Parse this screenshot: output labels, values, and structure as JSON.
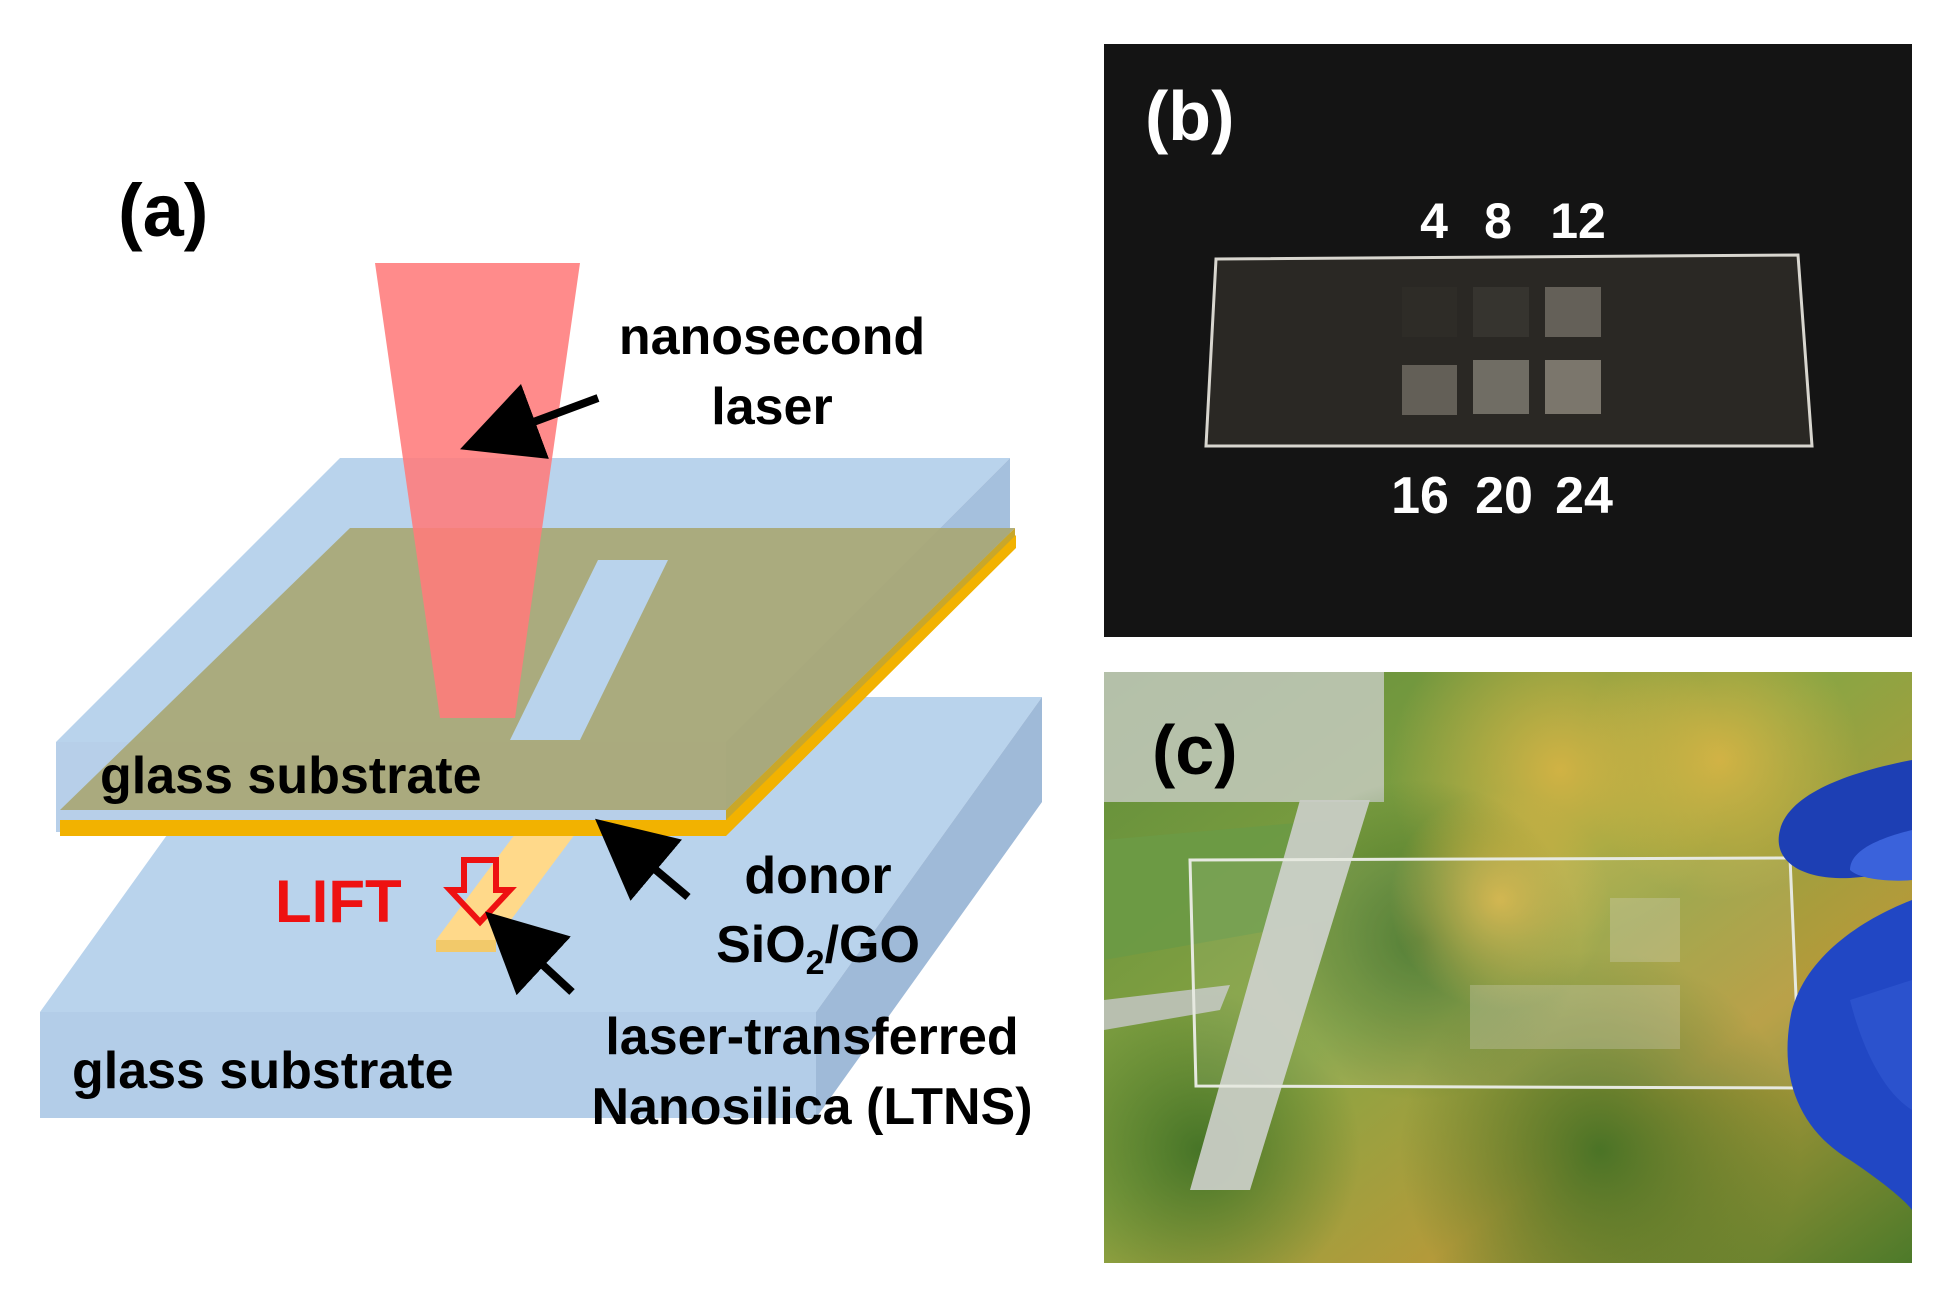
{
  "panel_a": {
    "label": "(a)",
    "laser_label_line1": "nanosecond",
    "laser_label_line2": "laser",
    "top_substrate_label": "glass substrate",
    "bottom_substrate_label": "glass substrate",
    "lift_label": "LIFT",
    "donor_line1": "donor",
    "donor_formula_main": "SiO",
    "donor_formula_sub": "2",
    "donor_formula_tail": "/GO",
    "ltns_line1": "laser-transferred",
    "ltns_line2": "Nanosilica (LTNS)"
  },
  "panel_b": {
    "label": "(b)",
    "top_numbers": [
      "4",
      "8",
      "12"
    ],
    "bottom_numbers": [
      "16",
      "20",
      "24"
    ]
  },
  "panel_c": {
    "label": "(c)"
  },
  "colors": {
    "glass": "#b9d3ec",
    "glass_side": "#9fbad8",
    "donor_film": "#a8a774",
    "donor_edge": "#f2b200",
    "laser": "#ff7b7b",
    "ltns": "#ffd98a",
    "lift_text": "#ee1111",
    "photo_bg": "#141414"
  }
}
